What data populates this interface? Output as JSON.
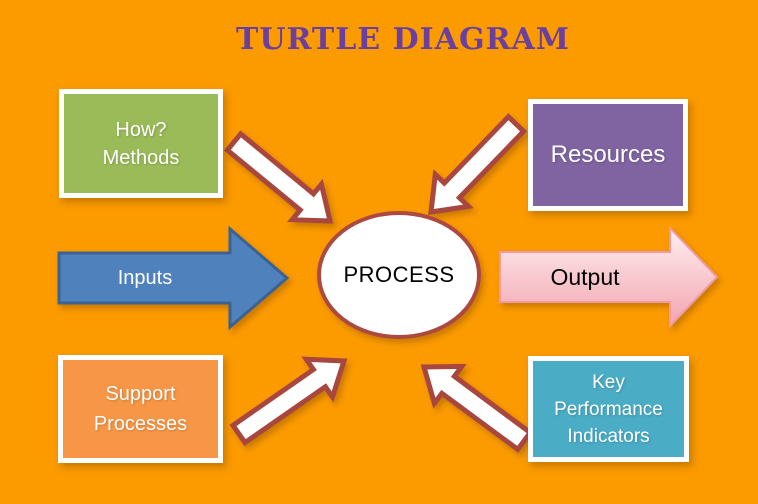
{
  "background": "#FB9B00",
  "title": {
    "text": "TURTLE DIAGRAM",
    "color": "#6B3FA0"
  },
  "process": {
    "label": "PROCESS",
    "fill": "#FFFFFF",
    "stroke": "#AC4A41"
  },
  "boxes": {
    "methods": {
      "lines": [
        "How?",
        "Methods"
      ],
      "fill": "#9BBB59"
    },
    "resources": {
      "lines": [
        "Resources"
      ],
      "fill": "#8064A2"
    },
    "support": {
      "lines": [
        "Support",
        "Processes"
      ],
      "fill": "#F79646"
    },
    "kpi": {
      "lines": [
        "Key",
        "Performance",
        "Indicators"
      ],
      "fill": "#4BACC6"
    }
  },
  "arrows": {
    "inputs": {
      "label": "Inputs",
      "fill": "#4F81BD",
      "stroke": "#3A6293"
    },
    "output": {
      "label": "Output",
      "fill_top": "#FDEFF0",
      "fill_bottom": "#F3A4AF",
      "stroke": "#EF9AA5"
    },
    "connectors": {
      "fill": "#FFFFFF",
      "stroke": "#A8473F"
    }
  }
}
